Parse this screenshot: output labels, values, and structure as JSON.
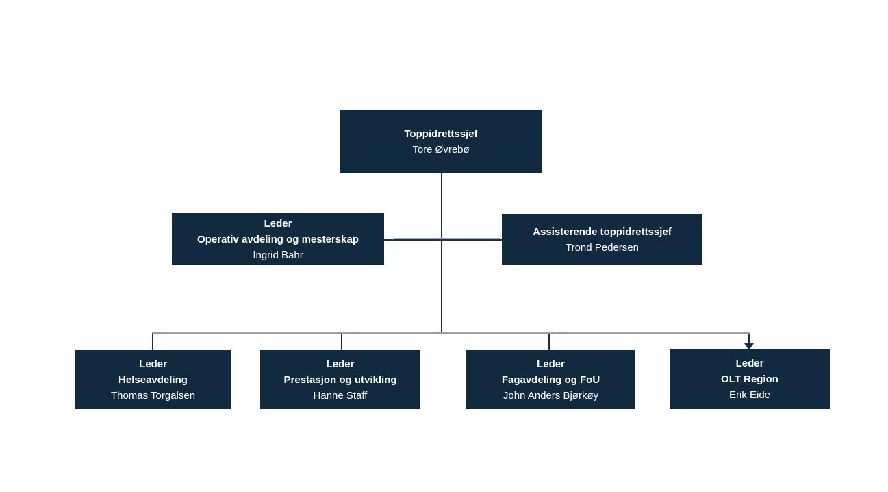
{
  "chart_data": {
    "type": "org-chart",
    "levels": [
      [
        "Toppidrettssjef"
      ],
      [
        "Leder Operativ avdeling og mesterskap",
        "Assisterende toppidrettssjef"
      ],
      [
        "Leder Helseavdeling",
        "Leder Prestasjon og utvikling",
        "Leder Fagavdeling og FoU",
        "Leder OLT Region"
      ]
    ]
  },
  "nodes": [
    {
      "role": "Toppidrettssjef",
      "dept": "",
      "person": "Tore Øvrebø"
    },
    {
      "role": "Leder",
      "dept": "Operativ avdeling og mesterskap",
      "person": "Ingrid Bahr"
    },
    {
      "role": "Assisterende toppidrettssjef",
      "dept": "",
      "person": "Trond Pedersen"
    },
    {
      "role": "Leder",
      "dept": "Helseavdeling",
      "person": "Thomas Torgalsen"
    },
    {
      "role": "Leder",
      "dept": "Prestasjon og utvikling",
      "person": "Hanne Staff"
    },
    {
      "role": "Leder",
      "dept": "Fagavdeling og FoU",
      "person": "John Anders Bjørkøy"
    },
    {
      "role": "Leder",
      "dept": "OLT Region",
      "person": "Erik Eide"
    }
  ],
  "colors": {
    "box_background": "#122A40",
    "box_text": "#FFFFFF",
    "connector_dark": "#1C2F45",
    "connector_gray": "#9EA6AE",
    "page_background": "#FFFFFF"
  }
}
